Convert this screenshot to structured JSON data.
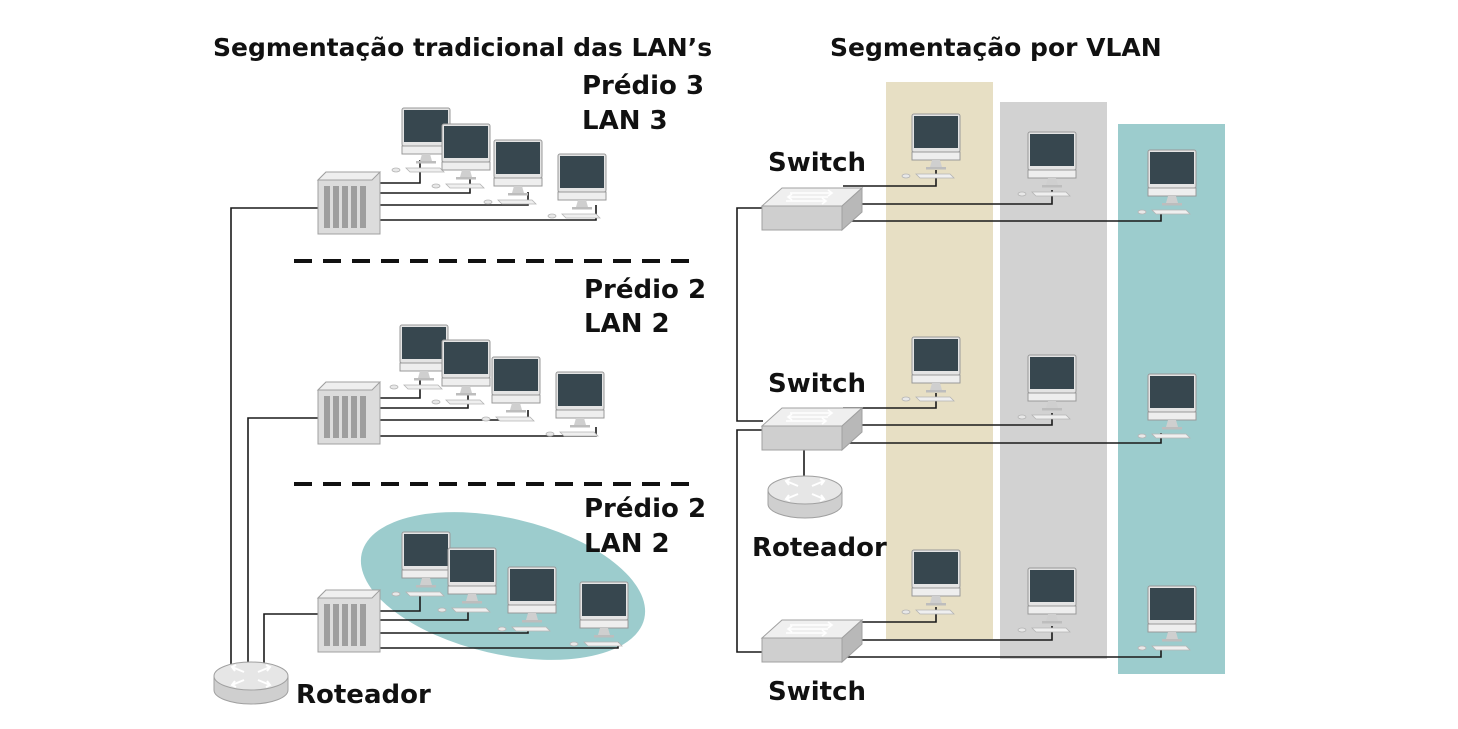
{
  "left_section": {
    "title": "Segmentação tradicional das LAN’s",
    "groups": [
      {
        "building": "Prédio 3",
        "lan": "LAN 3"
      },
      {
        "building": "Prédio 2",
        "lan": "LAN 2"
      },
      {
        "building": "Prédio 2",
        "lan": "LAN 2"
      }
    ],
    "router_label": "Roteador"
  },
  "right_section": {
    "title": "Segmentação por VLAN",
    "switch_labels": [
      "Switch",
      "Switch",
      "Switch"
    ],
    "router_label": "Roteador"
  },
  "colors": {
    "vlan_1": "#e7dfc4",
    "vlan_2": "#d2d2d2",
    "vlan_3": "#9ccccd",
    "lan_highlight": "#9ccccd",
    "monitor_screen": "#37474f",
    "device_grey": "#c9c9c9",
    "text": "#111111"
  },
  "icons": [
    "desktop-computer-icon",
    "server-rack-icon",
    "network-switch-icon",
    "router-icon"
  ]
}
